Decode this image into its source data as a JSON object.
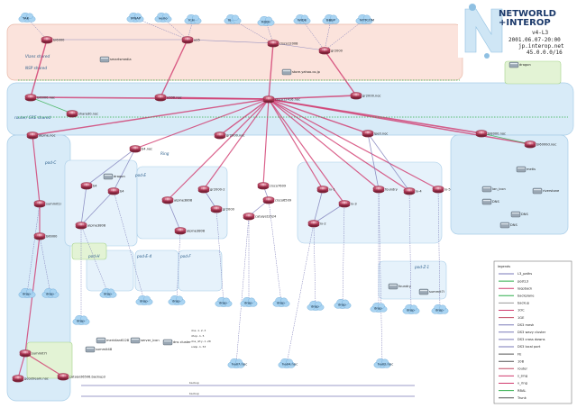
{
  "colors": {
    "zone_blue": "#d8ebf8",
    "zone_pink": "#fbe3dc",
    "zone_green": "#e3f3d5",
    "router": "#c24a63",
    "cloud": "#a9d4f2",
    "link_main": "#d13a6e",
    "link_thin": "#7a7ab8",
    "link_green": "#2fae4a"
  },
  "header": {
    "brand_line1": "NETWORLD",
    "brand_line2": "+INTEROP",
    "version": "v4-L3",
    "date": "2001.06.07-20:00",
    "site": "jp.interop.net",
    "address": "45.0.0.0/16"
  },
  "zones": [
    {
      "name": "vlan_top",
      "label": "Vlans shared"
    },
    {
      "name": "vlan_top2",
      "label": "NSP shared"
    },
    {
      "name": "core",
      "label": "router/ GRE shared"
    },
    {
      "name": "ring",
      "label": "Ring"
    },
    {
      "name": "pod_c",
      "label": "pod-C"
    },
    {
      "name": "pod_e",
      "label": "pod-E"
    },
    {
      "name": "pod_e4",
      "label": "pod-E-4"
    },
    {
      "name": "pod_f",
      "label": "pod-F"
    },
    {
      "name": "pod_h",
      "label": "pod-H"
    },
    {
      "name": "pod_z1",
      "label": "pod-Z-1"
    }
  ],
  "clouds": [
    {
      "id": "c1",
      "label": "TAK"
    },
    {
      "id": "c2",
      "label": "IPNAP"
    },
    {
      "id": "c3",
      "label": "verio"
    },
    {
      "id": "c4",
      "label": "ICH"
    },
    {
      "id": "c5",
      "label": "IIJ"
    },
    {
      "id": "c6",
      "label": "KDDI"
    },
    {
      "id": "c7",
      "label": "WIDE"
    },
    {
      "id": "c8",
      "label": "BBIJP"
    },
    {
      "id": "c9",
      "label": "NTTCOM"
    },
    {
      "id": "c10",
      "label": "drop"
    },
    {
      "id": "c11",
      "label": "drop"
    },
    {
      "id": "c12",
      "label": "drop"
    },
    {
      "id": "c13",
      "label": "drop"
    },
    {
      "id": "c14",
      "label": "drop"
    },
    {
      "id": "c15",
      "label": "drop"
    },
    {
      "id": "c16",
      "label": "drop"
    },
    {
      "id": "c17",
      "label": "drop"
    },
    {
      "id": "c18",
      "label": "drop"
    },
    {
      "id": "c19",
      "label": "drop"
    },
    {
      "id": "c20",
      "label": "drop"
    },
    {
      "id": "c21",
      "label": "drop"
    },
    {
      "id": "c22",
      "label": "drop"
    },
    {
      "id": "c23",
      "label": "drop"
    },
    {
      "id": "c24",
      "label": "hall7.noc"
    },
    {
      "id": "c25",
      "label": "hall4.noc"
    },
    {
      "id": "c26",
      "label": "hall2.noc"
    }
  ],
  "routers": [
    {
      "id": "r1",
      "label": "bi6000"
    },
    {
      "id": "r2",
      "label": "a25"
    },
    {
      "id": "r3",
      "label": "cisco12008"
    },
    {
      "id": "r4",
      "label": "gr2000"
    },
    {
      "id": "r5",
      "label": "bi6000.noc"
    },
    {
      "id": "r6",
      "label": "a100.noc"
    },
    {
      "id": "r7",
      "label": "cisco12416.noc"
    },
    {
      "id": "r8",
      "label": "gr2000.noc"
    },
    {
      "id": "r9",
      "label": "alpine.noc"
    },
    {
      "id": "r10",
      "label": "shared0.noc"
    },
    {
      "id": "r11",
      "label": "gr2000.noc"
    },
    {
      "id": "r12",
      "label": "lpe0.noc"
    },
    {
      "id": "r13",
      "label": "bi8000.noc"
    },
    {
      "id": "r14",
      "label": "bi6000d.noc"
    },
    {
      "id": "r15",
      "label": "b4.noc"
    },
    {
      "id": "r16",
      "label": "alpine3808"
    },
    {
      "id": "r17",
      "label": "cisco7609"
    },
    {
      "id": "r18",
      "label": "catalyst3524"
    },
    {
      "id": "r19",
      "label": "cisco6509"
    },
    {
      "id": "r20",
      "label": "ix-1"
    },
    {
      "id": "r21",
      "label": "ix-2"
    },
    {
      "id": "r22",
      "label": "ix-3"
    },
    {
      "id": "r23",
      "label": "alpine3808"
    },
    {
      "id": "r24",
      "label": "gr2000-2"
    },
    {
      "id": "r25",
      "label": "b4"
    },
    {
      "id": "r26",
      "label": "b4"
    },
    {
      "id": "r27",
      "label": "alpine3808"
    },
    {
      "id": "r28",
      "label": "gr2000"
    },
    {
      "id": "r29",
      "label": "summit1i"
    },
    {
      "id": "r30",
      "label": "bi6000"
    },
    {
      "id": "r31",
      "label": "geostream.noc"
    },
    {
      "id": "r32",
      "label": "catalyst6506.backup3"
    },
    {
      "id": "r33",
      "label": "summit7i"
    },
    {
      "id": "r34",
      "label": "foundry"
    },
    {
      "id": "r35",
      "label": "ix-4"
    },
    {
      "id": "r36",
      "label": "ix-5"
    }
  ],
  "devices": [
    {
      "id": "d1",
      "label": "store.yahoo.co.jp"
    },
    {
      "id": "d2",
      "label": "smartsmedia"
    },
    {
      "id": "d3",
      "label": "dragon"
    },
    {
      "id": "d4",
      "label": "server_icon"
    },
    {
      "id": "d5",
      "label": "dns cluster"
    },
    {
      "id": "d6",
      "label": "lan_icon"
    },
    {
      "id": "d7",
      "label": "metis"
    },
    {
      "id": "d8",
      "label": "DNS"
    },
    {
      "id": "d9",
      "label": "DNS"
    },
    {
      "id": "d10",
      "label": "DNS"
    },
    {
      "id": "d11",
      "label": "dragon"
    },
    {
      "id": "d12",
      "label": "summit48"
    },
    {
      "id": "d13",
      "label": "meridian6128"
    },
    {
      "id": "d14",
      "label": "foundry"
    },
    {
      "id": "d15",
      "label": "summit7i"
    },
    {
      "id": "d16",
      "label": "riverstone"
    }
  ],
  "addresses": [
    "dns-1.2.3",
    "dhcp-1.5",
    "dns_mty-1.20",
    "snmp-1.53"
  ],
  "backbone": [
    {
      "label": "backup"
    },
    {
      "label": "backup"
    }
  ],
  "legend": {
    "title": "legends",
    "items": [
      {
        "label": "L3_paths"
      },
      {
        "label": "postL3"
      },
      {
        "label": "loopback"
      },
      {
        "label": "backplane"
      },
      {
        "label": "backup"
      },
      {
        "label": "1OC"
      },
      {
        "label": "1GE"
      },
      {
        "label": "DS3 mesh"
      },
      {
        "label": "DS3 wavy cluster"
      },
      {
        "label": "DS3 cross downs"
      },
      {
        "label": "DS3 local port"
      },
      {
        "label": "FE"
      },
      {
        "label": "10B"
      },
      {
        "label": "router"
      },
      {
        "label": "s_sing"
      },
      {
        "label": "v_ring"
      },
      {
        "label": "RBAL"
      },
      {
        "label": "Trunk"
      }
    ]
  }
}
